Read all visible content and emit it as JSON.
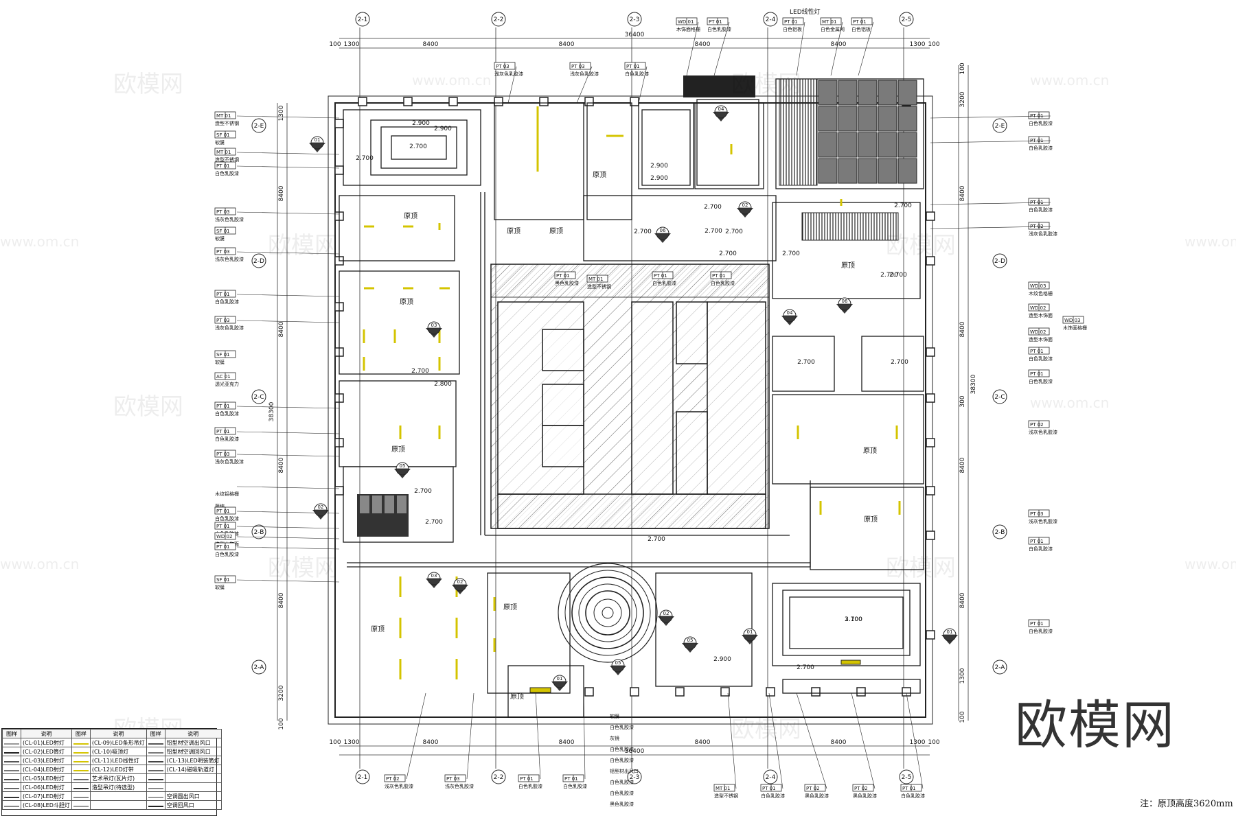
{
  "axis_labels": {
    "top": [
      "2-1",
      "2-2",
      "2-3",
      "2-4",
      "2-5"
    ],
    "bottom": [
      "2-1",
      "2-2",
      "2-3",
      "2-4",
      "2-5"
    ],
    "left": [
      "2-E",
      "2-D",
      "2-C",
      "2-B",
      "2-A"
    ],
    "right": [
      "2-E",
      "2-D",
      "2-C",
      "2-B",
      "2-A"
    ]
  },
  "dimensions": {
    "top_total": "36400",
    "top_segments": [
      "100",
      "1300",
      "8400",
      "8400",
      "8400",
      "8400",
      "1300",
      "100"
    ],
    "bottom_total": "36400",
    "bottom_segments": [
      "100",
      "1300",
      "8400",
      "8400",
      "8400",
      "8400",
      "1300",
      "100"
    ],
    "left_total": "38300",
    "left_segments": [
      "1300",
      "8400",
      "8400",
      "8400",
      "8400",
      "3200",
      "100"
    ],
    "right_total": "38300",
    "right_segments": [
      "100",
      "3200",
      "8400",
      "8400",
      "300",
      "8400",
      "8400",
      "1300",
      "100"
    ]
  },
  "room_labels": [
    "原顶",
    "原顶",
    "原顶",
    "原顶",
    "原顶",
    "原顶",
    "原顶",
    "原顶",
    "原顶",
    "原顶",
    "原顶",
    "原顶"
  ],
  "heights": [
    "2.900",
    "2.900",
    "2.700",
    "2.700",
    "2.700",
    "2.700",
    "2.700",
    "2.700",
    "2.700",
    "2.700",
    "2.700",
    "2.900",
    "2.900",
    "2.700",
    "2.700",
    "2.700",
    "2.700",
    "2.700",
    "2.800",
    "2.700",
    "2.700",
    "2.700",
    "3.100",
    "2.900",
    "2.700",
    "2.700"
  ],
  "led_label": "LED线性灯",
  "top_tags": [
    {
      "code": "WD 01",
      "text": "木饰面格栅"
    },
    {
      "code": "PT 01",
      "text": "白色乳胶漆"
    },
    {
      "code": "PT 01",
      "text": "白色铝板"
    },
    {
      "code": "MT 01",
      "text": "白色金属网"
    },
    {
      "code": "PT 01",
      "text": "白色铝板"
    }
  ],
  "inner_tags": [
    {
      "code": "PT 03",
      "text": "浅灰色乳胶漆"
    },
    {
      "code": "PT 03",
      "text": "浅灰色乳胶漆"
    },
    {
      "code": "PT 01",
      "text": "白色乳胶漆"
    },
    {
      "code": "PT 01",
      "text": "黑色乳胶漆"
    },
    {
      "code": "MT 01",
      "text": "造型不锈钢"
    },
    {
      "code": "PT 01",
      "text": "白色乳胶漆"
    },
    {
      "code": "PT 01",
      "text": "白色乳胶漆"
    }
  ],
  "left_tags": [
    {
      "code": "MT 01",
      "text": "造型不锈钢"
    },
    {
      "code": "SF 01",
      "text": "软膜"
    },
    {
      "code": "MT 01",
      "text": "造型不锈钢"
    },
    {
      "code": "PT 01",
      "text": "白色乳胶漆"
    },
    {
      "code": "PT 03",
      "text": "浅灰色乳胶漆"
    },
    {
      "code": "SF 01",
      "text": "软膜"
    },
    {
      "code": "PT 03",
      "text": "浅灰色乳胶漆"
    },
    {
      "code": "PT 01",
      "text": "白色乳胶漆"
    },
    {
      "code": "PT 03",
      "text": "浅灰色乳胶漆"
    },
    {
      "code": "SF 01",
      "text": "软膜"
    },
    {
      "code": "AC 01",
      "text": "透光亚克力"
    },
    {
      "code": "PT 01",
      "text": "白色乳胶漆"
    },
    {
      "code": "PT 01",
      "text": "白色乳胶漆"
    },
    {
      "code": "PT 03",
      "text": "浅灰色乳胶漆"
    },
    {
      "code": "",
      "text": "木纹铝格栅"
    },
    {
      "code": "",
      "text": "藤编"
    },
    {
      "code": "PT 01",
      "text": "白色乳胶漆"
    },
    {
      "code": "PT 01",
      "text": "白色乳胶漆"
    },
    {
      "code": "WD 02",
      "text": "造型木饰面"
    },
    {
      "code": "PT 01",
      "text": "白色乳胶漆"
    },
    {
      "code": "SF 01",
      "text": "软膜"
    }
  ],
  "right_tags": [
    {
      "code": "PT 01",
      "text": "白色乳胶漆"
    },
    {
      "code": "PT 01",
      "text": "白色乳胶漆"
    },
    {
      "code": "PT 01",
      "text": "白色乳胶漆"
    },
    {
      "code": "PT 02",
      "text": "浅灰色乳胶漆"
    },
    {
      "code": "WD 03",
      "text": "木纹色格栅"
    },
    {
      "code": "WD 02",
      "text": "造型木饰面"
    },
    {
      "code": "WD 03",
      "text": "木饰面格栅"
    },
    {
      "code": "WD 02",
      "text": "造型木饰面"
    },
    {
      "code": "PT 01",
      "text": "白色乳胶漆"
    },
    {
      "code": "PT 01",
      "text": "白色乳胶漆"
    },
    {
      "code": "PT 02",
      "text": "浅灰色乳胶漆"
    },
    {
      "code": "PT 03",
      "text": "浅灰色乳胶漆"
    },
    {
      "code": "PT 01",
      "text": "白色乳胶漆"
    },
    {
      "code": "PT 01",
      "text": "白色乳胶漆"
    }
  ],
  "bottom_tags": [
    {
      "code": "PT 02",
      "text": "浅灰色乳胶漆"
    },
    {
      "code": "PT 03",
      "text": "浅灰色乳胶漆"
    },
    {
      "code": "PT 01",
      "text": "白色乳胶漆"
    },
    {
      "code": "PT 01",
      "text": "白色乳胶漆"
    },
    {
      "code": "MT 01",
      "text": "造型不锈钢"
    },
    {
      "code": "PT 01",
      "text": "白色乳胶漆"
    },
    {
      "code": "PT 02",
      "text": "黑色乳胶漆"
    },
    {
      "code": "PT 02",
      "text": "黑色乳胶漆"
    },
    {
      "code": "PT 01",
      "text": "白色乳胶漆"
    }
  ],
  "center_tags": [
    {
      "code": "",
      "text": "软膜"
    },
    {
      "code": "",
      "text": "白色乳胶漆"
    },
    {
      "code": "",
      "text": "灰镜"
    },
    {
      "code": "",
      "text": "白色乳胶漆"
    },
    {
      "code": "",
      "text": "白色乳胶漆"
    },
    {
      "code": "",
      "text": "铝型材出风口"
    },
    {
      "code": "",
      "text": "白色乳胶漆"
    },
    {
      "code": "",
      "text": "白色乳胶漆"
    },
    {
      "code": "",
      "text": "黑色乳胶漆"
    }
  ],
  "section_markers": [
    "01",
    "02",
    "03",
    "04",
    "05",
    "06"
  ],
  "legend": {
    "headers": [
      "图样",
      "说明",
      "图样",
      "说明",
      "图样",
      "说明"
    ],
    "rows": [
      [
        "(CL-01)LED射灯",
        "(CL-09)LED条形吊灯",
        "铝型材空调出风口"
      ],
      [
        "(CL-02)LED筒灯",
        "(CL-10)吸顶灯",
        "铝型材空调回风口"
      ],
      [
        "(CL-03)LED射灯",
        "(CL-11)LED线性灯",
        "(CL-13)LED明装筒灯"
      ],
      [
        "(CL-04)LED射灯",
        "(CL-12)LED灯带",
        "(CL-14)磁吸轨道灯"
      ],
      [
        "(CL-05)LED射灯",
        "艺术吊灯(瓦片灯)",
        ""
      ],
      [
        "(CL-06)LED射灯",
        "造型吊灯(待选型)",
        ""
      ],
      [
        "(CL-07)LED射灯",
        "",
        "空调圆出风口"
      ],
      [
        "(CL-08)LED斗胆灯",
        "",
        "空调回风口"
      ]
    ]
  },
  "brand": "欧模网",
  "watermark_cn": "欧模网",
  "watermark_url": "www.om.cn",
  "note": "注：原顶高度3620mm",
  "colors": {
    "line": "#1a1a1a",
    "hatch": "#555555",
    "led": "#d4c400",
    "dark_panel": "#777777",
    "watermark": "#cccccc"
  }
}
